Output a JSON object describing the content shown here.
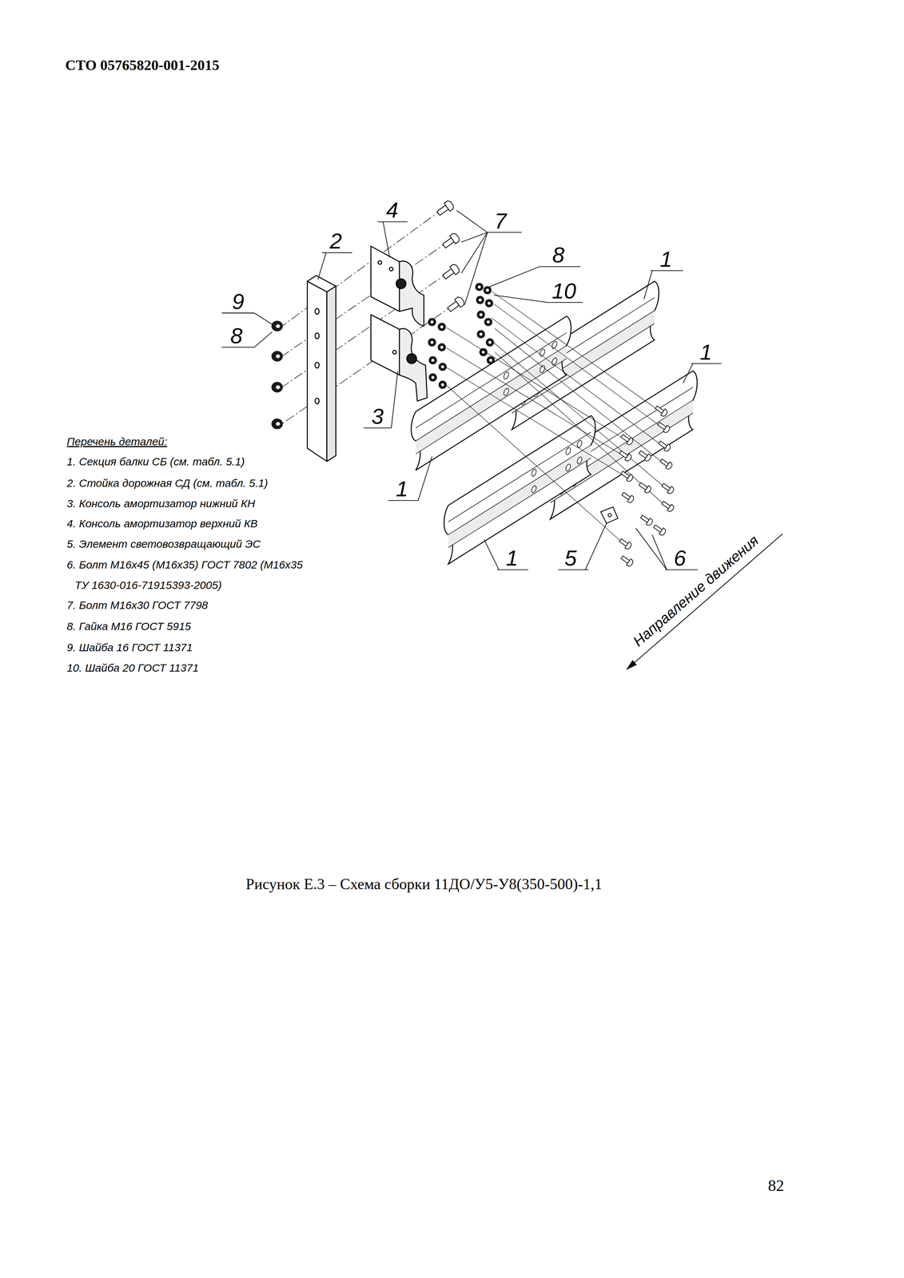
{
  "diagram": {
    "title": "СТО 05765820-001-2015",
    "caption": "Рисунок Е.3 – Схема сборки 11ДО/У5-У8(350-500)-1,1",
    "labels": [
      "4",
      "7",
      "2",
      "8",
      "1",
      "10",
      "9",
      "8",
      "1",
      "3",
      "Перечень деталей:",
      "1. Секция балки СБ (см. табл. 5.1)",
      "2. Стойка дорожная СД (см. табл. 5.1)",
      "3. Консоль амортизатор нижний КН",
      "4. Консоль амортизатор верхний КВ",
      "5. Элемент световозвращающий ЭС",
      "6. Болт М16х45 (М16х35) ГОСТ 7802 (М16х35 ТУ 1630-016-71915393-2005)",
      "7. Болт М16х30 ГОСТ 7798",
      "8. Гайка М16 ГОСТ 5915",
      "9. Шайба 16 ГОСТ 11371",
      "10. Шайба 20 ГОСТ 11371",
      "1",
      "1",
      "5",
      "6",
      "Направление движения",
      "82"
    ]
  }
}
